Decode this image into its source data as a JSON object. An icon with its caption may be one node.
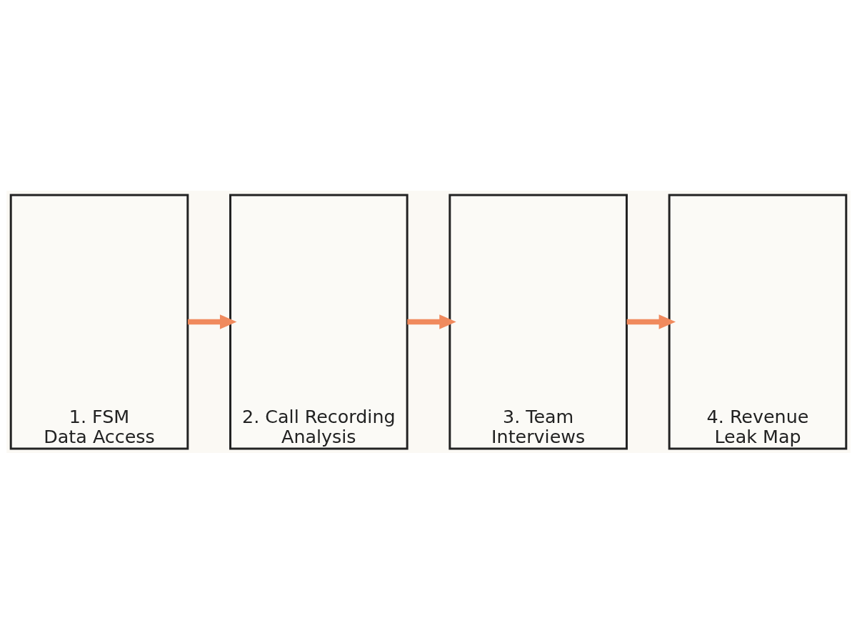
{
  "diagram": {
    "nodes": [
      {
        "text": [
          "1. FSM Data Access"
        ]
      },
      {
        "text": [
          "2. Call Recording Analysis"
        ]
      },
      {
        "text": [
          "3. Team Interviews"
        ]
      },
      {
        "text": [
          "4. Revenue Leak Map"
        ]
      }
    ],
    "edges": [
      {
        "from": 0,
        "to": 1,
        "arrow": "to"
      },
      {
        "from": 1,
        "to": 2,
        "arrow": "to"
      },
      {
        "from": 2,
        "to": 3,
        "arrow": "to"
      }
    ]
  }
}
